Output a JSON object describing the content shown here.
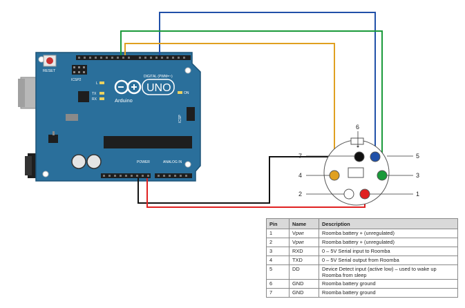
{
  "board": {
    "logo_text": "UNO",
    "brand": "Arduino",
    "reset_label": "RESET",
    "icsp2_label": "ICSP2",
    "icsp_label": "ICSP",
    "led_l": "L",
    "led_tx": "TX",
    "led_rx": "RX",
    "led_on": "ON",
    "digital_label": "DIGITAL (PWM=~)",
    "power_label": "POWER",
    "analog_label": "ANALOG IN"
  },
  "connector": {
    "pins": [
      {
        "number": "1",
        "wire_color": "#e02020"
      },
      {
        "number": "2",
        "wire_color": "none"
      },
      {
        "number": "3",
        "wire_color": "#1a9a3a"
      },
      {
        "number": "4",
        "wire_color": "#e0a020"
      },
      {
        "number": "5",
        "wire_color": "#2050a8"
      },
      {
        "number": "6",
        "wire_color": "none"
      },
      {
        "number": "7",
        "wire_color": "#111111"
      }
    ]
  },
  "table": {
    "headers": [
      "Pin",
      "Name",
      "Description"
    ],
    "rows": [
      [
        "1",
        "Vpwr",
        "Roomba battery + (unregulated)"
      ],
      [
        "2",
        "Vpwr",
        "Roomba battery + (unregulated)"
      ],
      [
        "3",
        "RXD",
        "0 – 5V Serial input to Roomba"
      ],
      [
        "4",
        "TXD",
        "0 – 5V Serial output from Roomba"
      ],
      [
        "5",
        "DD",
        "Device Detect input (active low) – used to wake up Roomba from sleep"
      ],
      [
        "6",
        "GND",
        "Roomba battery ground"
      ],
      [
        "7",
        "GND",
        "Roomba battery ground"
      ]
    ]
  },
  "colors": {
    "board": "#2a6f9b",
    "wire_blue": "#2050a8",
    "wire_green": "#1a9a3a",
    "wire_orange": "#e0a020",
    "wire_black": "#111111",
    "wire_red": "#e02020"
  }
}
